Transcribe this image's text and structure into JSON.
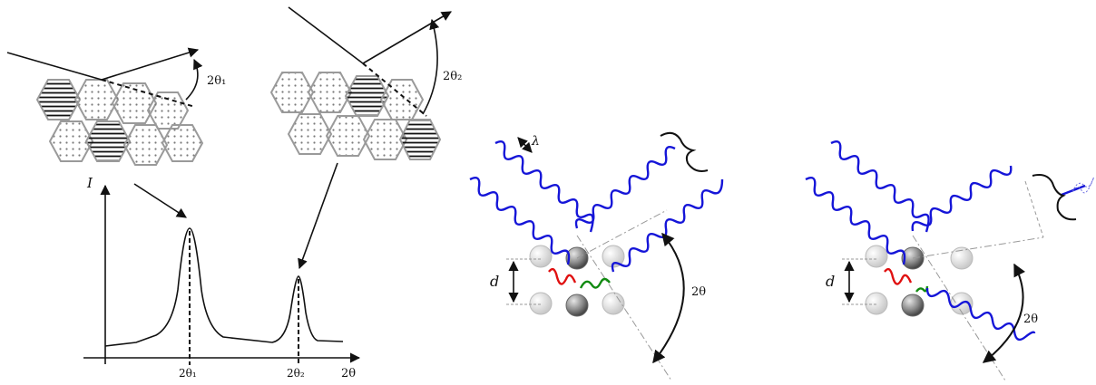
{
  "panel_powder": {
    "angle_label_1": "2θ₁",
    "angle_label_2": "2θ₂",
    "y_axis_label": "I",
    "x_axis_label": "2θ",
    "x_tick_1": "2θ₁",
    "x_tick_2": "2θ₂"
  },
  "panel_constructive": {
    "wavelength_label": "λ",
    "spacing_label": "d",
    "angle_label": "2θ"
  },
  "panel_destructive": {
    "spacing_label": "d",
    "angle_label": "2θ"
  },
  "colors": {
    "wave": "#1515d8",
    "path_red": "#e01010",
    "path_green": "#108a10",
    "grain_stroke": "#9a9a9a",
    "atom_light": "#d8d8d8",
    "atom_dark": "#777777"
  }
}
